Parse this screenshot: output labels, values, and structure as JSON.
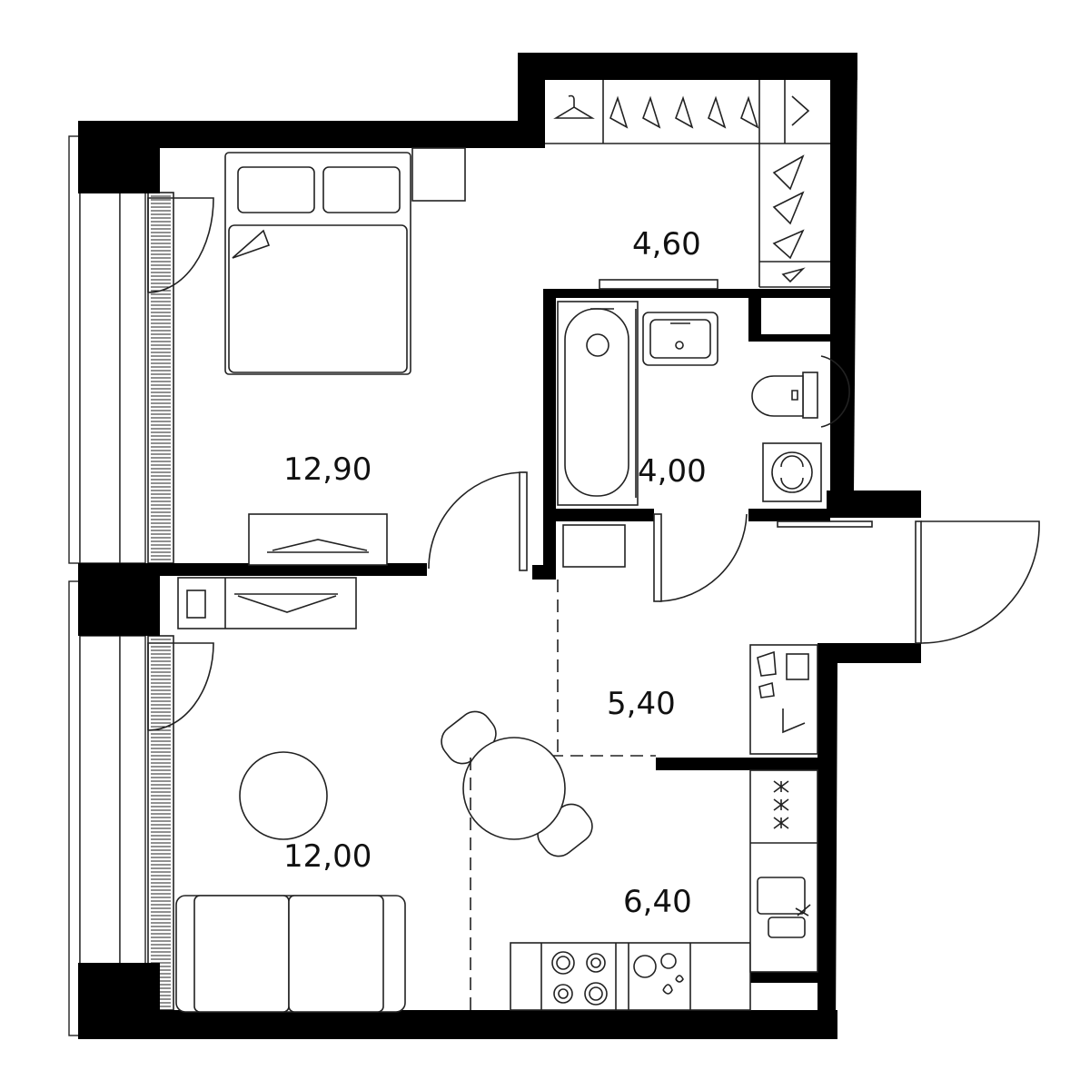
{
  "rooms": {
    "bedroom": {
      "area": "12,90"
    },
    "wardrobe": {
      "area": "4,60"
    },
    "bathroom": {
      "area": "4,00"
    },
    "hallway": {
      "area": "5,40"
    },
    "living": {
      "area": "12,00"
    },
    "kitchen": {
      "area": "6,40"
    }
  },
  "icons": {
    "hanger": "hanger-icon",
    "bathtub": "bathtub-icon",
    "sink": "sink-icon",
    "toilet": "toilet-icon",
    "washer": "washing-machine-icon",
    "bed": "bed-icon",
    "sofa": "sofa-icon",
    "table": "dining-table-icon",
    "stove": "stove-icon"
  },
  "colors": {
    "wall": "#000000",
    "line": "#222222",
    "background": "#ffffff"
  }
}
